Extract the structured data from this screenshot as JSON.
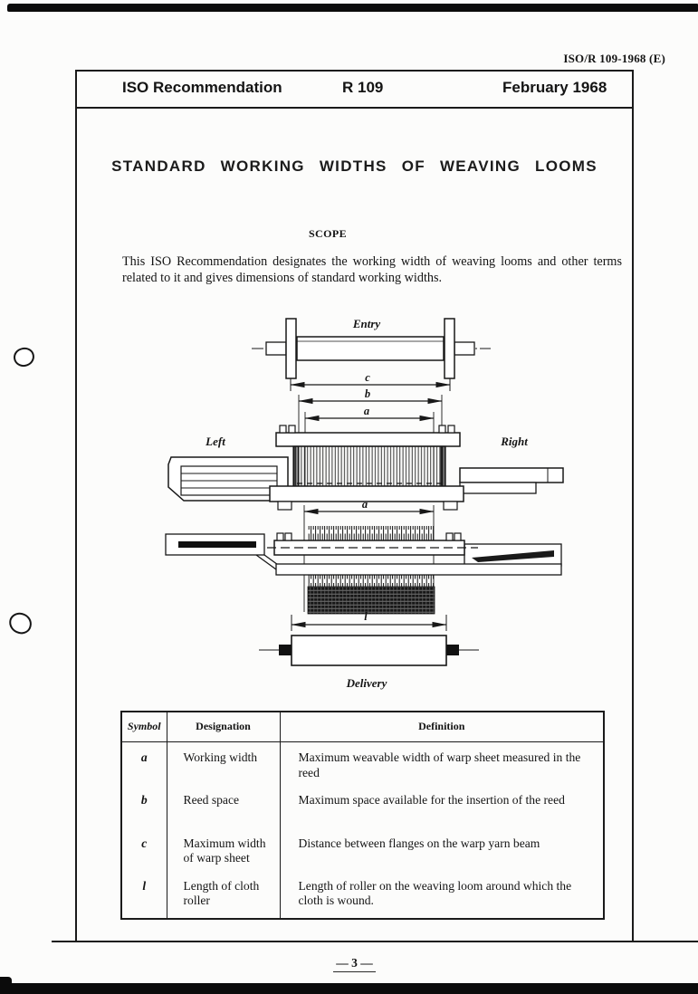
{
  "doc_ref": "ISO/R 109-1968 (E)",
  "header": {
    "org": "ISO Recommendation",
    "number": "R 109",
    "date": "February 1968"
  },
  "title": "STANDARD WORKING WIDTHS OF WEAVING LOOMS",
  "scope": {
    "heading": "SCOPE",
    "body": "This ISO Recommendation designates the working width of weaving looms and other terms related to it and gives dimensions of standard working widths."
  },
  "diagram": {
    "entry": "Entry",
    "left": "Left",
    "right": "Right",
    "delivery": "Delivery",
    "dims": {
      "c": "c",
      "b": "b",
      "a_upper": "a",
      "a_lower": "a",
      "l": "l"
    }
  },
  "table": {
    "headers": [
      "Symbol",
      "Designation",
      "Definition"
    ],
    "rows": [
      {
        "symbol": "a",
        "designation": "Working width",
        "definition": "Maximum weavable width of warp sheet measured in the reed"
      },
      {
        "symbol": "b",
        "designation": "Reed space",
        "definition": "Maximum space available for the insertion of the reed"
      },
      {
        "symbol": "c",
        "designation": "Maximum width of warp sheet",
        "definition": "Distance between flanges on the warp yarn beam"
      },
      {
        "symbol": "l",
        "designation": "Length of cloth roller",
        "definition": "Length of roller on the weaving loom around which the cloth is wound."
      }
    ]
  },
  "page_number": "— 3 —",
  "colors": {
    "ink": "#141414",
    "paper": "#fcfcfb",
    "scan_bar": "#0b0b0b"
  }
}
